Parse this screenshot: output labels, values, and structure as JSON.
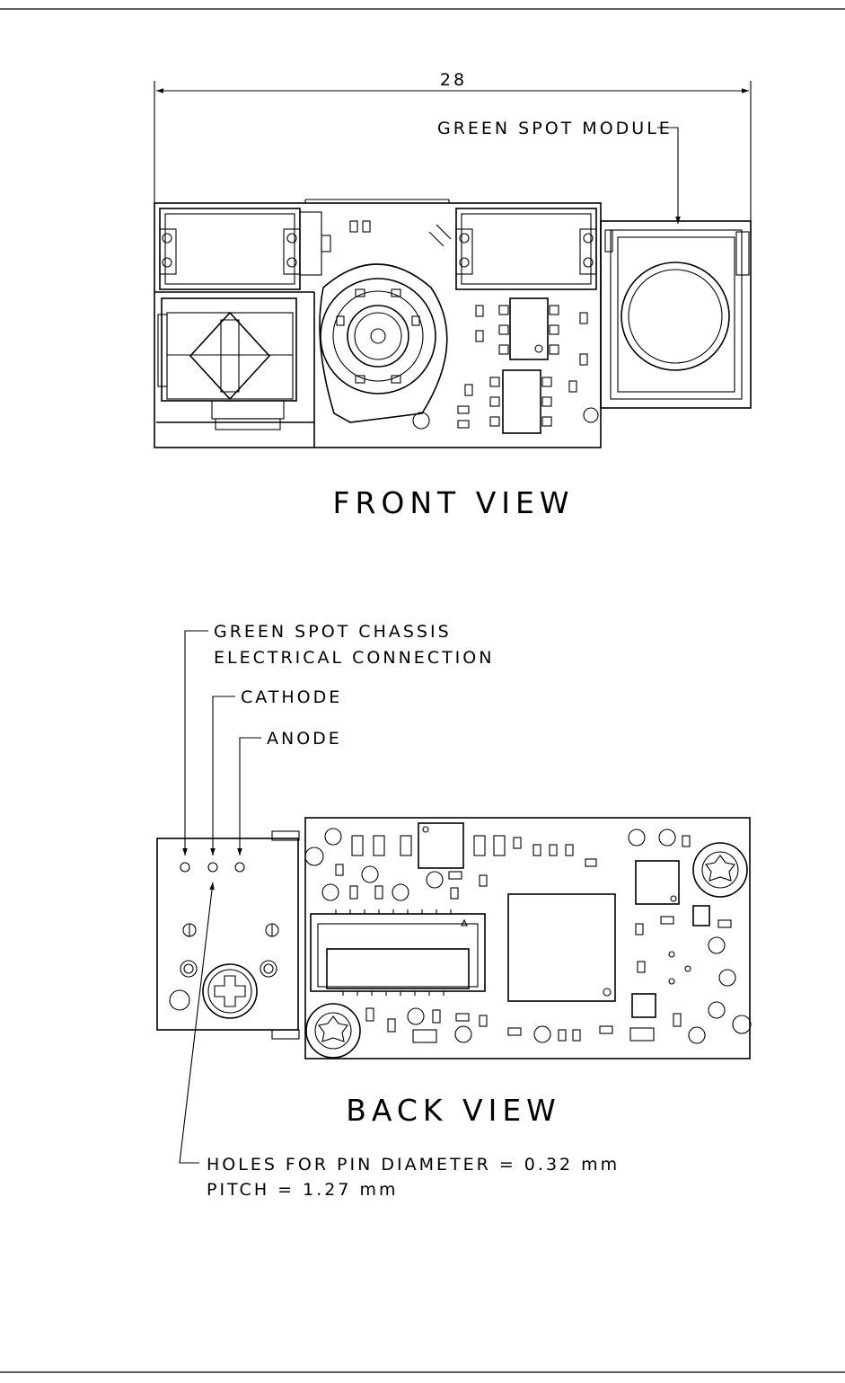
{
  "dimension": {
    "value": "28"
  },
  "front_view": {
    "title": "FRONT VIEW",
    "callout_module": "GREEN SPOT MODULE"
  },
  "back_view": {
    "title": "BACK VIEW",
    "callout_chassis_line1": "GREEN SPOT CHASSIS",
    "callout_chassis_line2": "ELECTRICAL CONNECTION",
    "callout_cathode": "CATHODE",
    "callout_anode": "ANODE",
    "note_line1": "HOLES FOR PIN DIAMETER = 0.32 mm",
    "note_line2": "PITCH = 1.27 mm"
  }
}
